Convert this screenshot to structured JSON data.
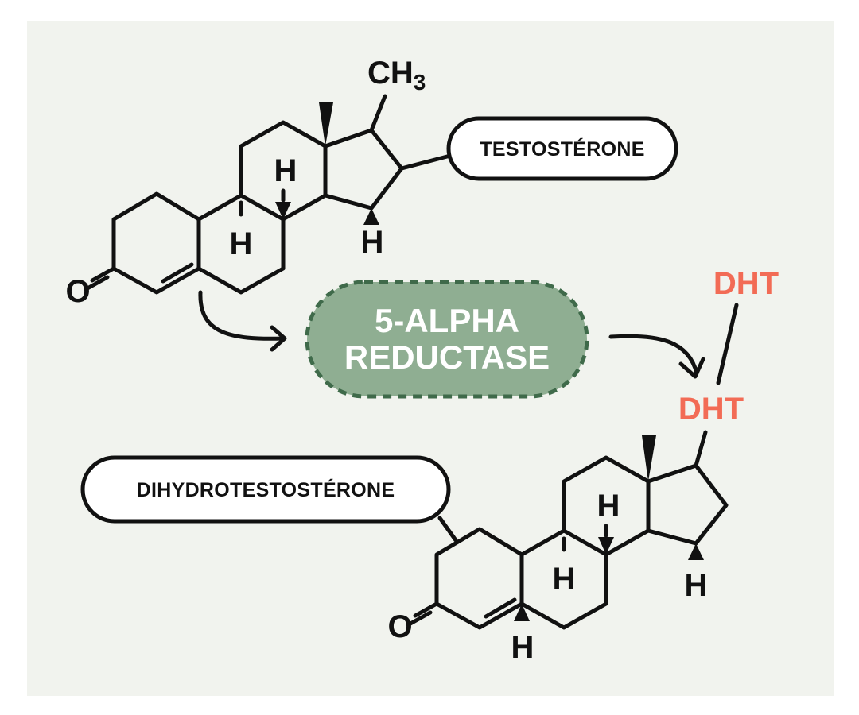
{
  "colors": {
    "background": "#f1f3ee",
    "bond": "#111111",
    "enzyme_fill": "#8fae92",
    "enzyme_border": "#3f6a4a",
    "dht": "#f26b55",
    "label_fill": "#ffffff"
  },
  "testosterone": {
    "label": "TESTOSTÉRONE",
    "ch3": "CH",
    "ch3_sub": "3",
    "oxygen": "O",
    "h_c9": "H",
    "h_c8": "H",
    "h_c14": "H"
  },
  "enzyme": {
    "line1": "5-ALPHA",
    "line2": "REDUCTASE"
  },
  "dht": {
    "top": "DHT",
    "bottom": "DHT"
  },
  "dihydrotestosterone": {
    "label": "DIHYDROTESTOSTÉRONE",
    "oxygen": "O",
    "h_c9": "H",
    "h_c8": "H",
    "h_c14": "H",
    "h_c5": "H"
  }
}
